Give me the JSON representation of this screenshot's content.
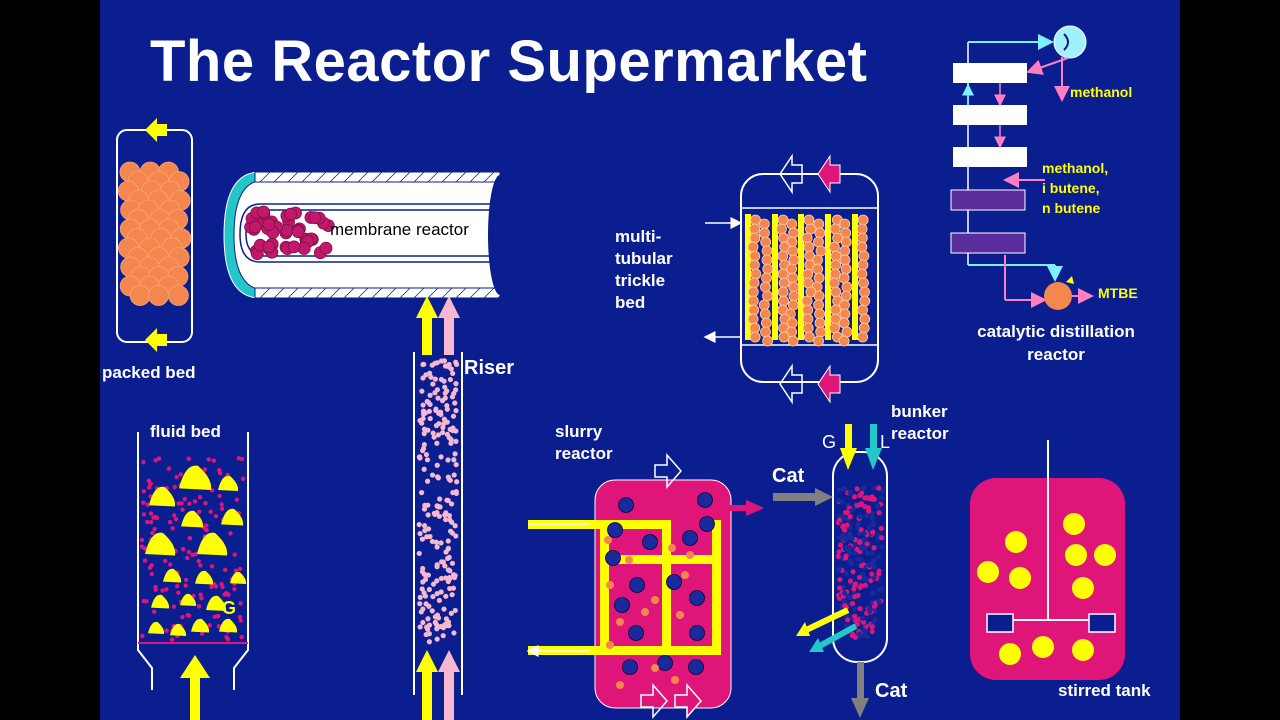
{
  "title": "The Reactor Supermarket",
  "colors": {
    "background": "#0b1e8f",
    "magenta": "#e0157a",
    "yellow": "#ffff00",
    "orange": "#f4874e",
    "navy_dots": "#1a2a9c",
    "pink": "#f5b8d0",
    "cyan": "#23c7c7",
    "gray": "#808080",
    "purple": "#5a2d9c"
  },
  "labels": {
    "packed_bed": "packed bed",
    "membrane_reactor": "membrane reactor",
    "multi_tubular": [
      "multi-",
      "tubular",
      "trickle",
      "bed"
    ],
    "catalytic_distillation": [
      "catalytic distillation",
      "reactor"
    ],
    "methanol": "methanol",
    "methanol_feed": [
      "methanol,",
      "i butene,",
      "n butene"
    ],
    "mtbe": "MTBE",
    "fluid_bed": "fluid bed",
    "riser": "Riser",
    "slurry": [
      "slurry",
      "reactor"
    ],
    "bunker": [
      "bunker",
      "reactor"
    ],
    "g": "G",
    "l": "L",
    "cat_in": "Cat",
    "cat_out": "Cat",
    "stirred_tank": "stirred tank",
    "fluid_bed_g": "G"
  }
}
